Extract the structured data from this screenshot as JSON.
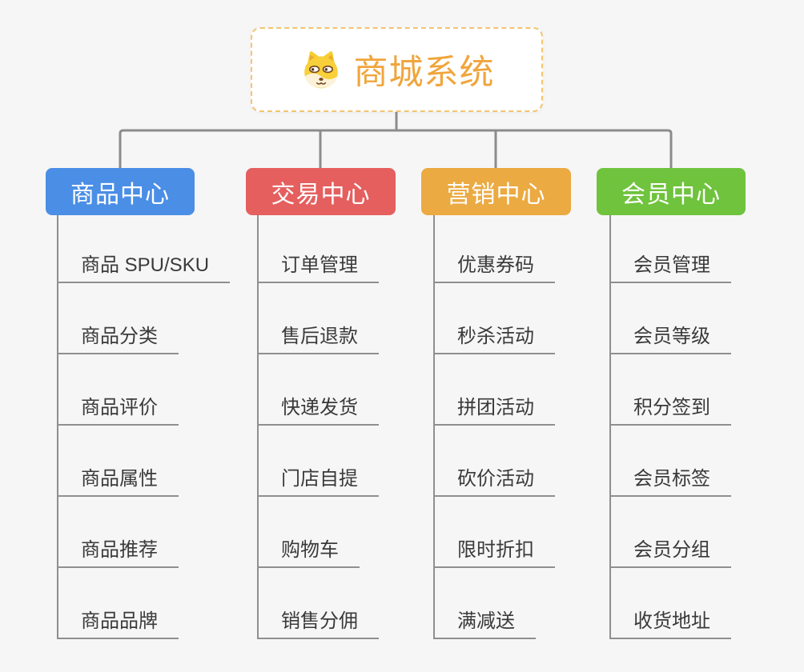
{
  "root": {
    "title": "商城系统",
    "icon": "dog-icon"
  },
  "branches": [
    {
      "label": "商品中心",
      "color": "#4a8ee6",
      "children": [
        "商品 SPU/SKU",
        "商品分类",
        "商品评价",
        "商品属性",
        "商品推荐",
        "商品品牌"
      ]
    },
    {
      "label": "交易中心",
      "color": "#e55f5f",
      "children": [
        "订单管理",
        "售后退款",
        "快递发货",
        "门店自提",
        "购物车",
        "销售分佣"
      ]
    },
    {
      "label": "营销中心",
      "color": "#ebaa42",
      "children": [
        "优惠券码",
        "秒杀活动",
        "拼团活动",
        "砍价活动",
        "限时折扣",
        "满减送"
      ]
    },
    {
      "label": "会员中心",
      "color": "#6fc33d",
      "children": [
        "会员管理",
        "会员等级",
        "积分签到",
        "会员标签",
        "会员分组",
        "收货地址"
      ]
    }
  ],
  "colors": {
    "background": "#f6f6f6",
    "connector_line": "#8c8c8c",
    "child_line": "#8f8f8f",
    "root_border": "#f3c471",
    "root_text": "#f0a53c",
    "child_text": "#3a3a3a",
    "branch_text": "#ffffff"
  }
}
